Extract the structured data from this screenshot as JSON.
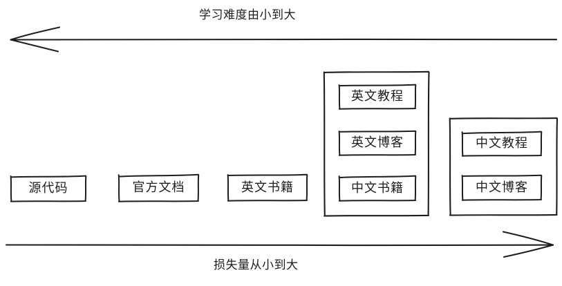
{
  "diagram": {
    "title_top": "学习难度由小到大",
    "title_bottom": "损失量从小到大",
    "stroke_color": "#1e1e1e",
    "background_color": "#ffffff",
    "axes": [
      {
        "name": "difficulty-axis",
        "label": "学习难度由小到大",
        "direction": "left",
        "position": "top"
      },
      {
        "name": "loss-axis",
        "label": "损失量从小到大",
        "direction": "right",
        "position": "bottom"
      }
    ],
    "nodes": [
      {
        "label": "源代码"
      },
      {
        "label": "官方文档"
      },
      {
        "label": "英文书籍"
      },
      {
        "label": "英文教程"
      },
      {
        "label": "英文博客"
      },
      {
        "label": "中文书籍"
      },
      {
        "label": "中文教程"
      },
      {
        "label": "中文博客"
      }
    ],
    "groups": [
      {
        "name": "english-resources-group",
        "members": [
          "英文教程",
          "英文博客",
          "中文书籍"
        ]
      },
      {
        "name": "chinese-resources-group",
        "members": [
          "中文教程",
          "中文博客"
        ]
      }
    ]
  }
}
